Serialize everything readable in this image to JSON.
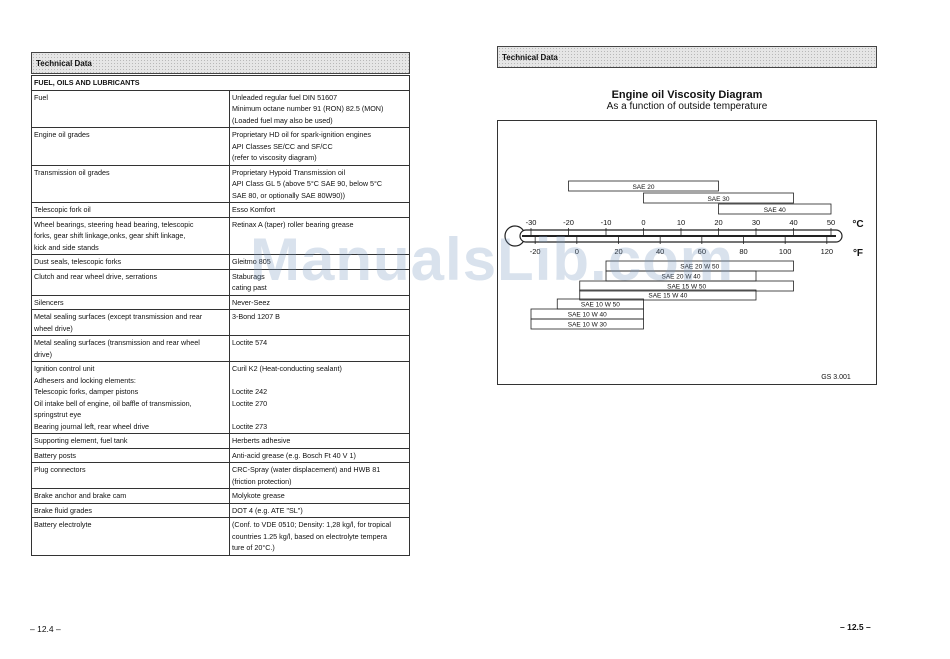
{
  "left_page": {
    "header": "Technical Data",
    "section_title": "FUEL, OILS AND LUBRICANTS",
    "rows": [
      {
        "item": [
          "Fuel"
        ],
        "spec": [
          "Unleaded regular fuel DIN 51607",
          "Minimum octane number 91 (RON) 82.5 (MON)",
          "(Loaded fuel may also be used)"
        ]
      },
      {
        "item": [
          "Engine oil grades"
        ],
        "spec": [
          "Proprietary HD oil for spark-ignition engines",
          "API Classes SE/CC and SF/CC",
          "(refer to viscosity diagram)"
        ]
      },
      {
        "item": [
          "Transmission oil grades"
        ],
        "spec": [
          "Proprietary Hypoid Transmission oil",
          "API Class GL 5 (above 5°C SAE 90, below 5°C",
          "SAE 80, or optionally SAE 80W90))"
        ]
      },
      {
        "item": [
          "Telescopic fork oil"
        ],
        "spec": [
          "Esso Komfort"
        ]
      },
      {
        "item": [
          "Wheel bearings, steering head bearing, telescopic",
          "forks, gear shift linkage,onks, gear shift linkage,",
          "kick and side stands"
        ],
        "spec": [
          "Retinax A (taper) roller bearing grease"
        ]
      },
      {
        "item": [
          "Dust seals, telescopic forks"
        ],
        "spec": [
          "Gleitmo 805"
        ]
      },
      {
        "item": [
          "Clutch and rear wheel drive, serrations"
        ],
        "spec": [
          "Staburags",
          "cating past"
        ]
      },
      {
        "item": [
          "Silencers"
        ],
        "spec": [
          "Never-Seez"
        ]
      },
      {
        "item": [
          "Metal sealing surfaces (except transmission and rear",
          "wheel drive)"
        ],
        "spec": [
          "3-Bond 1207 B"
        ]
      },
      {
        "item": [
          "Metal sealing surfaces (transmission and rear wheel",
          "drive)"
        ],
        "spec": [
          "Loctite 574"
        ]
      },
      {
        "item": [
          "Ignition control unit",
          "Adhesers and locking elements:",
          "Telescopic forks, damper pistons",
          "Oil intake bell of engine, oil baffle of transmission,",
          "springstrut eye",
          "Bearing journal left, rear wheel drive"
        ],
        "spec": [
          "Curil K2  (Heat-conducting sealant)",
          "",
          "Loctite 242",
          "Loctite 270",
          "",
          "Loctite 273"
        ]
      },
      {
        "item": [
          "Supporting element, fuel tank"
        ],
        "spec": [
          "Herberts adhesive"
        ]
      },
      {
        "item": [
          "Battery posts"
        ],
        "spec": [
          "Anti-acid grease (e.g. Bosch Ft 40 V 1)"
        ]
      },
      {
        "item": [
          "Plug connectors"
        ],
        "spec": [
          "CRC-Spray (water displacement) and HWB 81",
          "(friction protection)"
        ]
      },
      {
        "item": [
          "Brake anchor and brake cam"
        ],
        "spec": [
          "Molykote grease"
        ]
      },
      {
        "item": [
          "Brake fluid grades"
        ],
        "spec": [
          "DOT 4 (e.g. ATE \"SL\")"
        ]
      },
      {
        "item": [
          "Battery electrolyte"
        ],
        "spec": [
          "(Conf. to VDE 0510; Density: 1,28 kg/l, for tropical",
          "countries 1.25 kg/l, based on electrolyte tempera",
          "ture of 20°C.)"
        ]
      }
    ],
    "page_number": "– 12.4 –"
  },
  "right_page": {
    "header": "Technical Data",
    "title": "Engine oil Viscosity Diagram",
    "subtitle": "As a function of outside temperature",
    "celsius_unit": "°C",
    "fahrenheit_unit": "°F",
    "figure_code": "GS 3.001",
    "page_number": "– 12.5 –"
  },
  "watermark": "ManualsLib.com",
  "chart_data": {
    "type": "bar",
    "title": "Engine oil Viscosity Diagram",
    "subtitle": "As a function of outside temperature",
    "xlabel": "°C",
    "x2label": "°F",
    "celsius_ticks": [
      -30,
      -20,
      -10,
      0,
      10,
      20,
      30,
      40,
      50
    ],
    "fahrenheit_ticks": [
      -20,
      0,
      20,
      40,
      60,
      80,
      100,
      120
    ],
    "xlim": [
      -33,
      52
    ],
    "grades": [
      {
        "name": "SAE 20",
        "min_c": -20,
        "max_c": 20
      },
      {
        "name": "SAE 30",
        "min_c": 0,
        "max_c": 40
      },
      {
        "name": "SAE 40",
        "min_c": 20,
        "max_c": 50
      },
      {
        "name": "SAE 20 W 50",
        "min_c": -10,
        "max_c": 40
      },
      {
        "name": "SAE 20 W 40",
        "min_c": -10,
        "max_c": 30
      },
      {
        "name": "SAE 15 W 50",
        "min_c": -17,
        "max_c": 40
      },
      {
        "name": "SAE 15 W 40",
        "min_c": -17,
        "max_c": 30
      },
      {
        "name": "SAE 10 W 50",
        "min_c": -23,
        "max_c": 0
      },
      {
        "name": "SAE 10 W 40",
        "min_c": -30,
        "max_c": 0
      },
      {
        "name": "SAE 10 W 30",
        "min_c": -30,
        "max_c": 0
      }
    ]
  }
}
